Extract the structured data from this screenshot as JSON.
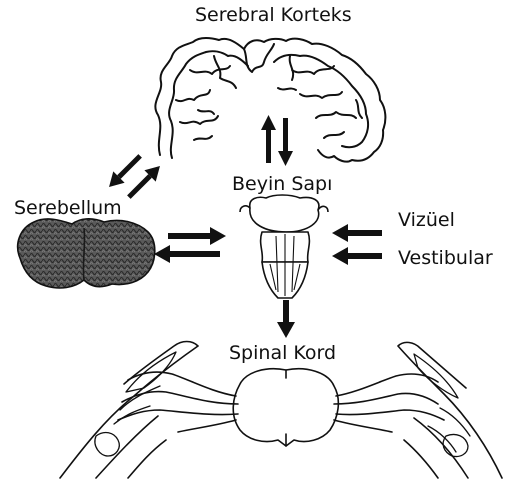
{
  "labels": {
    "cortex": "Serebral Korteks",
    "cerebellum": "Serebellum",
    "brainstem": "Beyin Sapı",
    "visual": "Vizüel",
    "vestibular": "Vestibular",
    "spinal_cord": "Spinal Kord"
  },
  "colors": {
    "ink": "#111111",
    "cerebellum_fill": "#555555",
    "background": "#ffffff"
  }
}
